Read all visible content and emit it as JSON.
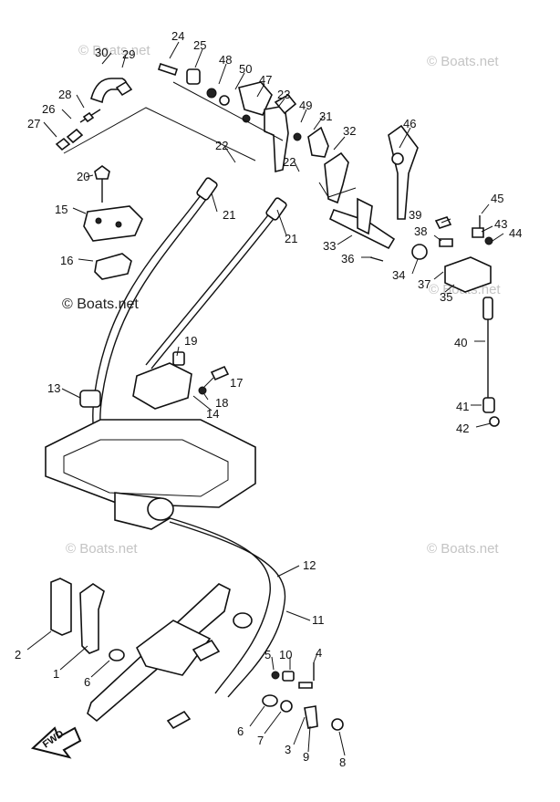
{
  "watermark": "© Boats.net",
  "fwd_label": "FWD",
  "labels": [
    "1",
    "2",
    "3",
    "4",
    "5",
    "6",
    "6",
    "7",
    "8",
    "9",
    "10",
    "11",
    "12",
    "13",
    "14",
    "15",
    "16",
    "17",
    "18",
    "19",
    "20",
    "21",
    "21",
    "22",
    "22",
    "23",
    "24",
    "25",
    "26",
    "27",
    "28",
    "29",
    "30",
    "31",
    "32",
    "33",
    "34",
    "35",
    "36",
    "37",
    "38",
    "39",
    "40",
    "41",
    "42",
    "43",
    "44",
    "45",
    "46",
    "47",
    "48",
    "49",
    "50"
  ]
}
